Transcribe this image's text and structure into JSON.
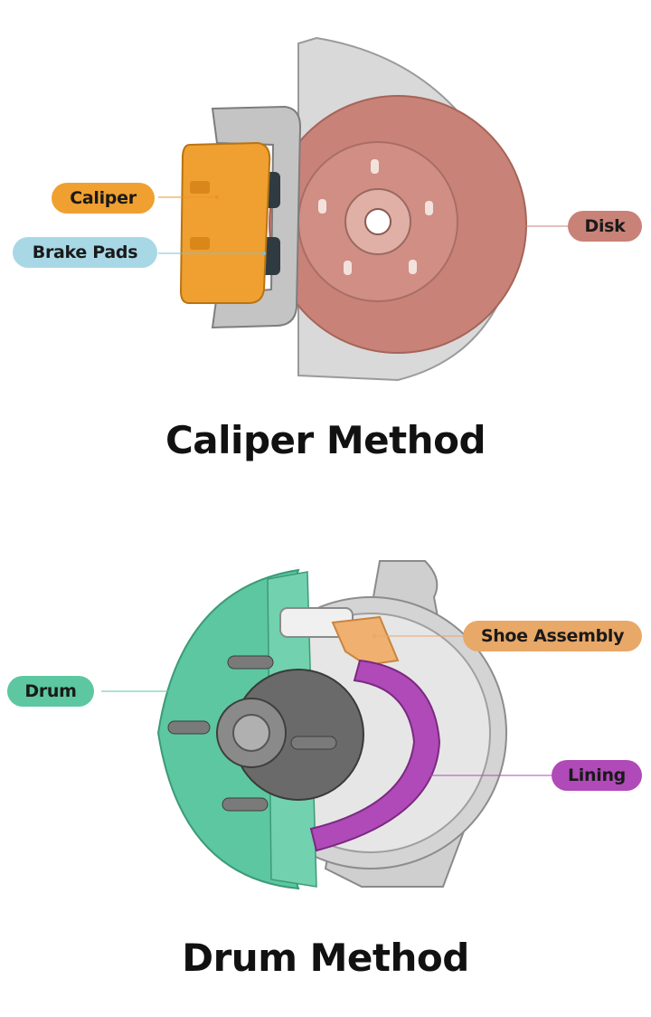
{
  "caliper_method": {
    "title": "Caliper Method",
    "labels": {
      "caliper": "Caliper",
      "brake_pads": "Brake Pads",
      "disk": "Disk"
    }
  },
  "drum_method": {
    "title": "Drum Method",
    "labels": {
      "drum": "Drum",
      "shoe_assembly": "Shoe Assembly",
      "lining": "Lining"
    }
  },
  "colors": {
    "caliper": "#f0a030",
    "brake_pads": "#a8d8e6",
    "disk": "#c98278",
    "drum": "#5cc7a0",
    "shoe_assembly": "#e8a868",
    "lining": "#b04ab8"
  },
  "icons": [
    "disc-brake-illustration",
    "drum-brake-illustration"
  ]
}
